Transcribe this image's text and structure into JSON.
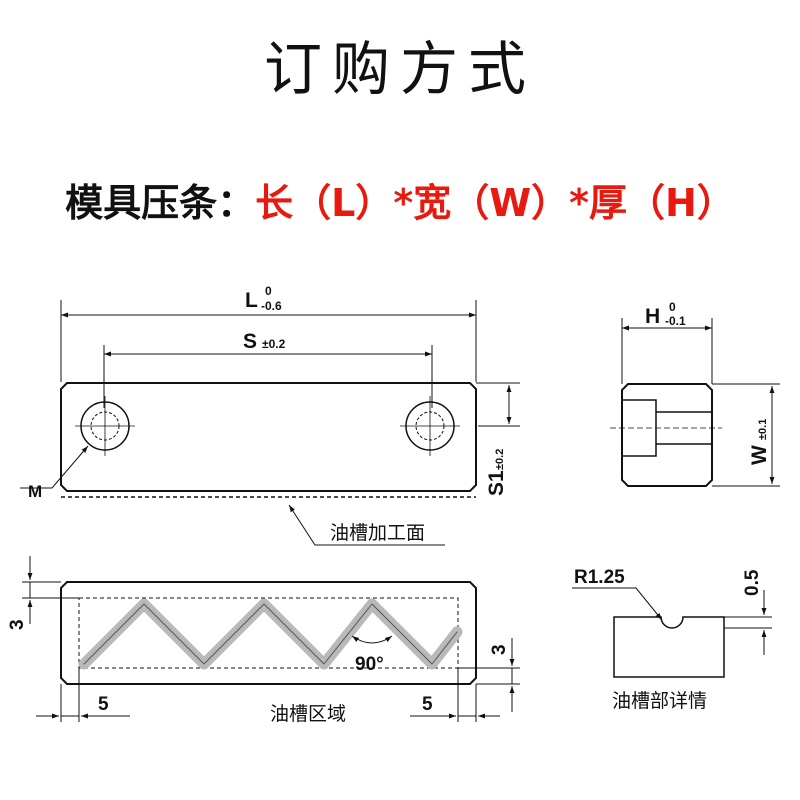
{
  "title": "订购方式",
  "subtitle": {
    "label": "模具压条：",
    "spec": "长（L）*宽（W）*厚（H）"
  },
  "colors": {
    "spec_red": "#e8190f",
    "groove_gray": "#b9b9b9"
  },
  "top_view": {
    "L_label": "L",
    "L_upper": "0",
    "L_lower": "-0.6",
    "S_label": "S",
    "S_tol": "±0.2",
    "S1_label": "S1",
    "S1_tol": "±0.2",
    "M_label": "M",
    "groove_surface": "油槽加工面"
  },
  "side_view": {
    "H_label": "H",
    "H_upper": "0",
    "H_lower": "-0.1",
    "W_label": "W",
    "W_tol": "±0.1"
  },
  "groove_view": {
    "dim_top": "3",
    "dim_bottom": "3",
    "dim_left": "5",
    "dim_right": "5",
    "angle": "90°",
    "area_label": "油槽区域"
  },
  "detail_view": {
    "radius": "R1.25",
    "depth": "0.5",
    "caption": "油槽部详情"
  }
}
